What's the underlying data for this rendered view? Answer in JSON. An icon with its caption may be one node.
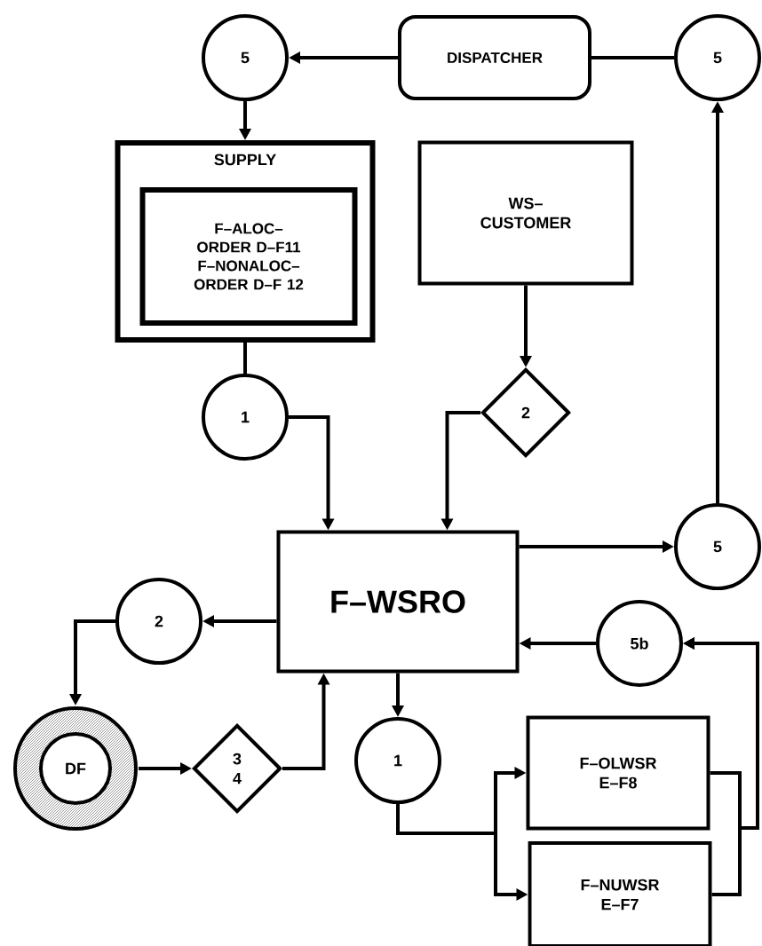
{
  "diagram": {
    "nodes": [
      {
        "text": [
          "5"
        ]
      },
      {
        "text": [
          "DISPATCHER"
        ]
      },
      {
        "text": [
          "5"
        ]
      },
      {
        "text": [
          "SUPPLY"
        ]
      },
      {
        "text": [
          "F–ALOC–",
          "ORDER D–F11",
          "F–NONALOC–",
          "ORDER D–F 12"
        ],
        "in": 3
      },
      {
        "text": [
          "WS– CUSTOMER"
        ]
      },
      {
        "text": [
          "1"
        ]
      },
      {
        "text": [
          "2"
        ]
      },
      {
        "text": [
          "F–WSRO"
        ]
      },
      {
        "text": [
          "5"
        ]
      },
      {
        "text": [
          "2"
        ]
      },
      {
        "text": [
          "DF"
        ]
      },
      {
        "text": [
          "3 4"
        ]
      },
      {
        "text": [
          "5b"
        ]
      },
      {
        "text": [
          "1"
        ]
      },
      {
        "text": [
          "F–OLWSR E–F8"
        ]
      },
      {
        "text": [
          "F–NUWSR E–F7"
        ]
      }
    ],
    "edges": [
      {
        "from": 1,
        "to": 0,
        "arrow": "to"
      },
      {
        "from": 1,
        "to": 2,
        "arrow": "none"
      },
      {
        "from": 0,
        "to": 3,
        "arrow": "to"
      },
      {
        "from": 3,
        "to": 6,
        "arrow": "none"
      },
      {
        "from": 5,
        "to": 7,
        "arrow": "to"
      },
      {
        "from": 6,
        "to": 8,
        "arrow": "to"
      },
      {
        "from": 7,
        "to": 8,
        "arrow": "to"
      },
      {
        "from": 8,
        "to": 9,
        "arrow": "to"
      },
      {
        "from": 9,
        "to": 2,
        "arrow": "to"
      },
      {
        "from": 8,
        "to": 10,
        "arrow": "to"
      },
      {
        "from": 10,
        "to": 11,
        "arrow": "to"
      },
      {
        "from": 11,
        "to": 12,
        "arrow": "to"
      },
      {
        "from": 12,
        "to": 8,
        "arrow": "to"
      },
      {
        "from": 8,
        "to": 14,
        "arrow": "to"
      },
      {
        "from": 14,
        "to": 15,
        "arrow": "to"
      },
      {
        "from": 14,
        "to": 16,
        "arrow": "to"
      },
      {
        "from": 15,
        "to": 13,
        "arrow": "to"
      },
      {
        "from": 16,
        "to": 13,
        "arrow": "to"
      },
      {
        "from": 13,
        "to": 8,
        "arrow": "to"
      }
    ]
  }
}
